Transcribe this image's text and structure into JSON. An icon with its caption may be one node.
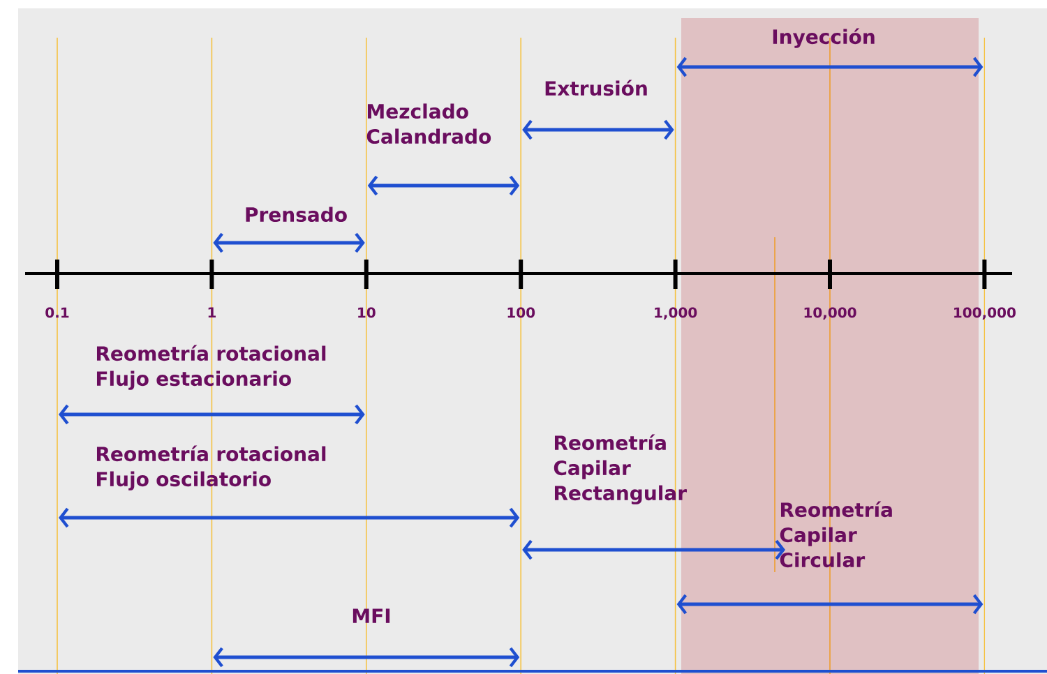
{
  "diagram": {
    "labels": [
      "Inyección",
      "Extrusión",
      "Mezclado Calandrado",
      "Prensado",
      "0.1",
      "1",
      "10",
      "100",
      "1,000",
      "10,000",
      "100,000",
      "Reometría rotacional Flujo estacionario",
      "Reometría rotacional Flujo oscilatorio",
      "Reometría Capilar Rectangular",
      "Reometría Capilar Circular",
      "MFI"
    ]
  }
}
